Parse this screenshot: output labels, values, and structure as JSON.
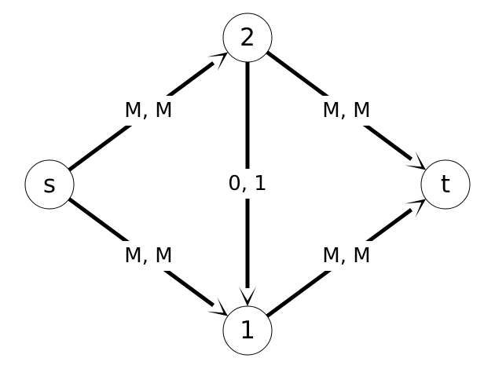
{
  "graph": {
    "nodes": [
      {
        "id": "s",
        "label": "s"
      },
      {
        "id": "2",
        "label": "2"
      },
      {
        "id": "1",
        "label": "1"
      },
      {
        "id": "t",
        "label": "t"
      }
    ],
    "edges": [
      {
        "id": "s-2",
        "from": "s",
        "to": "2",
        "label": "M, M"
      },
      {
        "id": "s-1",
        "from": "s",
        "to": "1",
        "label": "M, M"
      },
      {
        "id": "2-1",
        "from": "2",
        "to": "1",
        "label": "0, 1"
      },
      {
        "id": "2-t",
        "from": "2",
        "to": "t",
        "label": "M, M"
      },
      {
        "id": "1-t",
        "from": "1",
        "to": "t",
        "label": "M, M"
      }
    ]
  }
}
